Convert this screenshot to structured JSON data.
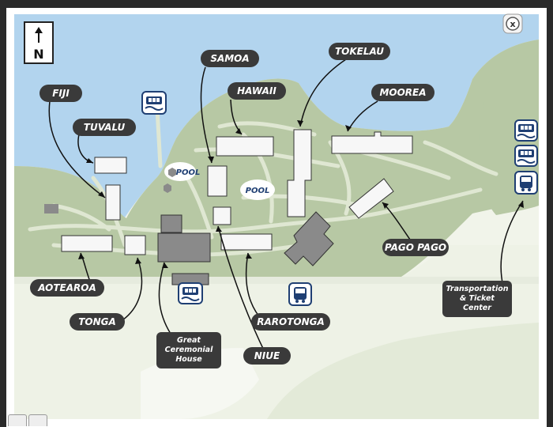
{
  "map": {
    "north_label": "N",
    "close_symbol": "x",
    "pool_labels": [
      "POOL",
      "POOL"
    ],
    "villages": {
      "fiji": "FIJI",
      "tuvalu": "TUVALU",
      "samoa": "SAMOA",
      "hawaii": "HAWAII",
      "tokelau": "TOKELAU",
      "moorea": "MOOREA",
      "aotearoa": "AOTEAROA",
      "tonga": "TONGA",
      "rarotonga": "RAROTONGA",
      "niue": "NIUE",
      "pago_pago": "PAGO PAGO"
    },
    "great_ceremonial_house": [
      "Great",
      "Ceremonial",
      "House"
    ],
    "transportation_center": [
      "Transportation",
      "& Ticket",
      "Center"
    ],
    "icons": [
      "north-arrow-icon",
      "tram-icon",
      "bus-icon",
      "close-icon",
      "boat-icon"
    ],
    "colors": {
      "water": "#b2d4ee",
      "land": "#b7c8a4",
      "path": "#dfe7d2",
      "building": "#f7f7f7",
      "building_gray": "#8a8a8a",
      "label_bg": "#3a3a3a",
      "icon_blue": "#1f3f73",
      "frame": "#2a2a2a"
    }
  }
}
